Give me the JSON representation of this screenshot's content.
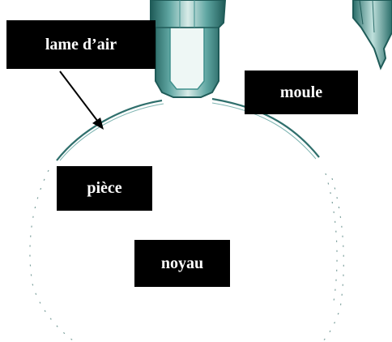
{
  "labels": {
    "air_gap": "lame d’air",
    "mold": "moule",
    "part": "pièce",
    "core": "noyau"
  },
  "colors": {
    "nozzle_teal": "#3f8f8c",
    "nozzle_light": "#d8ebe8",
    "nozzle_dark": "#1f5b58",
    "outline": "#2f6f6c",
    "label_bg": "#000000",
    "label_text": "#ffffff"
  }
}
